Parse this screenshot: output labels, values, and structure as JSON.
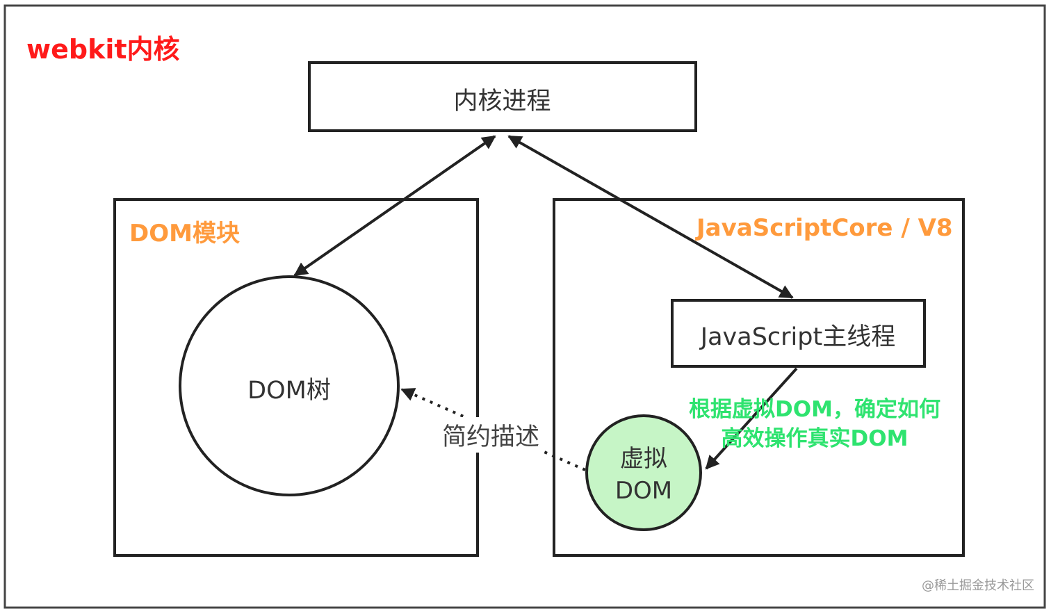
{
  "webkit_title": "webkit内核",
  "kernel_process": {
    "label": "内核进程"
  },
  "dom_module": {
    "title": "DOM模块",
    "dom_tree": "DOM树"
  },
  "js_engine": {
    "title": "JavaScriptCore / V8",
    "main_thread": "JavaScript主线程",
    "virtual_dom_line1": "虚拟",
    "virtual_dom_line2": "DOM"
  },
  "relations": {
    "brief_description": "简约描述",
    "note_line1": "根据虚拟DOM，确定如何",
    "note_line2": "高效操作真实DOM"
  },
  "watermark": "@稀土掘金技术社区",
  "colors": {
    "webkit_title": "#ff1a1a",
    "module_title": "#ff9a3c",
    "note": "#2ee36f",
    "virtual_dom_fill": "#c6f5c6",
    "stroke": "#333333"
  }
}
